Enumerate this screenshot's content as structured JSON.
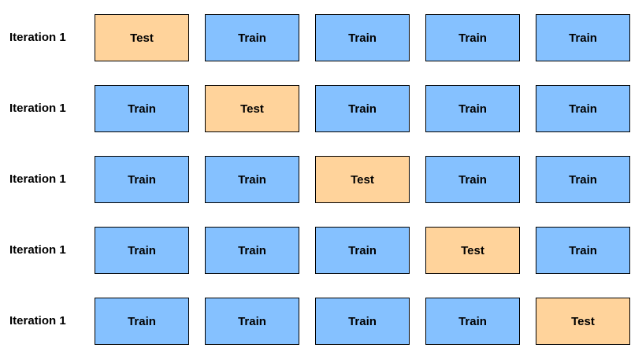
{
  "colors": {
    "train": "#85c1ff",
    "test": "#ffd39b",
    "border": "#000000"
  },
  "rows": [
    {
      "label": "Iteration 1",
      "folds": [
        "Test",
        "Train",
        "Train",
        "Train",
        "Train"
      ]
    },
    {
      "label": "Iteration 1",
      "folds": [
        "Train",
        "Test",
        "Train",
        "Train",
        "Train"
      ]
    },
    {
      "label": "Iteration 1",
      "folds": [
        "Train",
        "Train",
        "Test",
        "Train",
        "Train"
      ]
    },
    {
      "label": "Iteration 1",
      "folds": [
        "Train",
        "Train",
        "Train",
        "Test",
        "Train"
      ]
    },
    {
      "label": "Iteration 1",
      "folds": [
        "Train",
        "Train",
        "Train",
        "Train",
        "Test"
      ]
    }
  ]
}
